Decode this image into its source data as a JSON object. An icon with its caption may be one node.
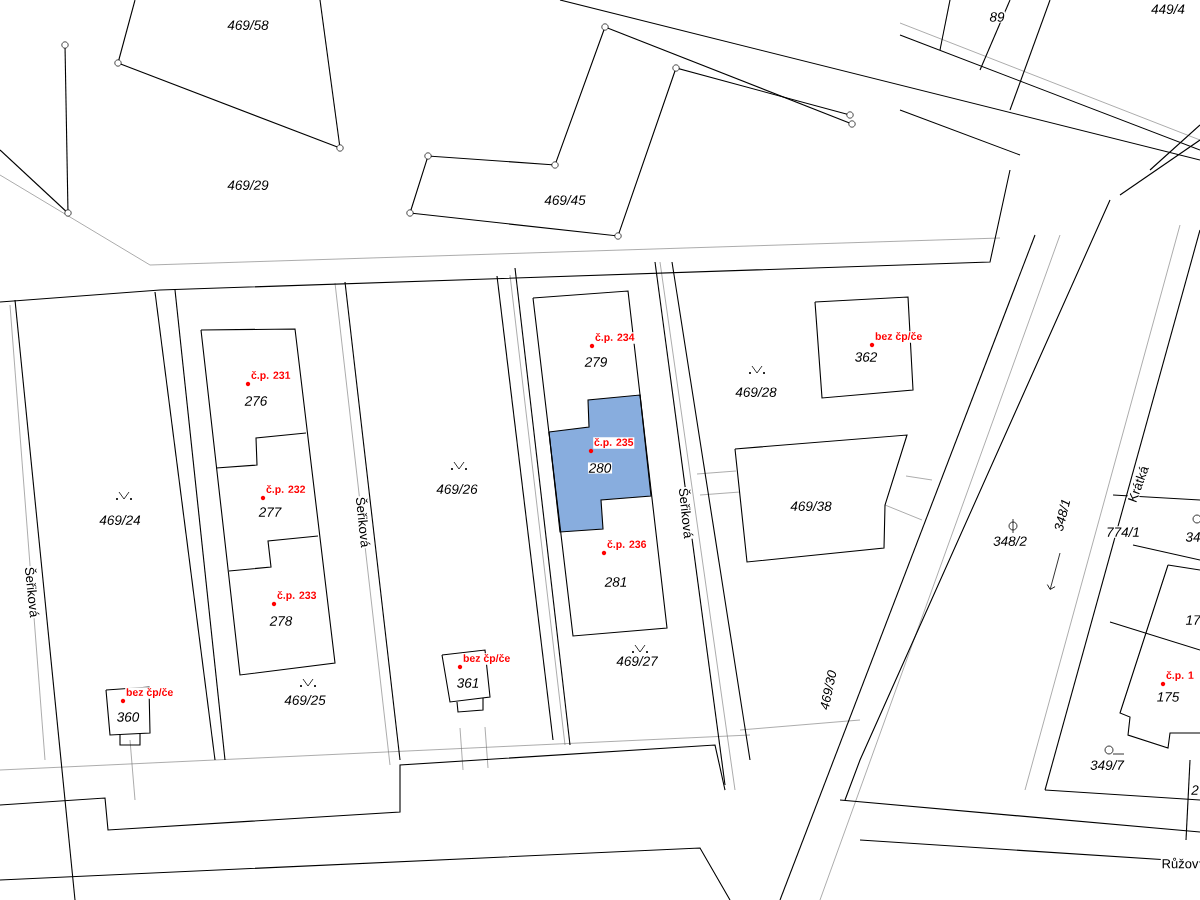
{
  "diagram": {
    "labels": [
      "469/58",
      "89",
      "449/4",
      "469/29",
      "469/45",
      "č.p. 234",
      "279",
      "bez čp/če",
      "362",
      "č.p. 231",
      "276",
      "469/28",
      "č.p. 235",
      "280",
      "469/26",
      "č.p. 232",
      "277",
      "469/24",
      "Šeřiková",
      "469/38",
      "Šeřiková",
      "Krátká",
      "774/1",
      "34",
      "348/2",
      "348/1",
      "č.p. 236",
      "17",
      "281",
      "Šeřiková",
      "č.p. 233",
      "278",
      "bez čp/če",
      "469/27",
      "č.p. 1",
      "361",
      "175",
      "bez čp/če",
      "469/25",
      "360",
      "469/30",
      "349/7",
      "2",
      "Růžov"
    ]
  }
}
